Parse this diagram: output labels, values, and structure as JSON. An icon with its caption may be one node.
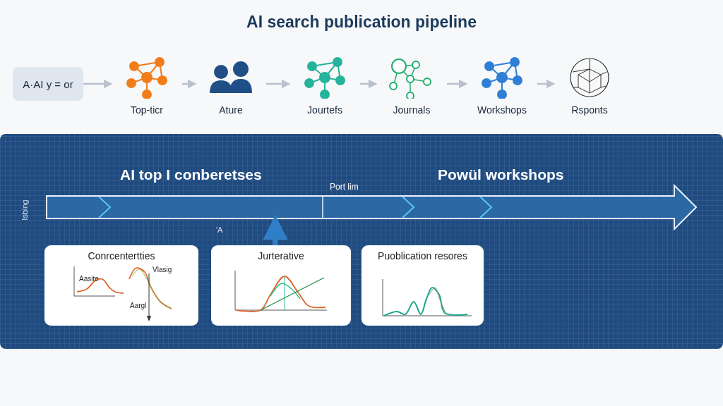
{
  "diagram": {
    "title": "AI search publication pipeline",
    "nodes": [
      {
        "text": [
          "A·AI y = or"
        ]
      },
      {
        "text": [
          "Top-ticr"
        ]
      },
      {
        "text": [
          "Ature"
        ]
      },
      {
        "text": [
          "Jourtefs"
        ]
      },
      {
        "text": [
          "Journals"
        ]
      },
      {
        "text": [
          "Workshops"
        ]
      },
      {
        "text": [
          "Rsponts"
        ]
      },
      {
        "text": [],
        "shape": "box"
      },
      {
        "text": [
          "AI top I conberetses",
          "Powül workshops"
        ],
        "in": 7
      },
      {
        "text": [
          "Conrcentertties"
        ],
        "in": 7
      },
      {
        "text": [
          "Jurterative"
        ],
        "in": 7
      },
      {
        "text": [
          "Puoblication resores"
        ],
        "in": 7
      }
    ],
    "edges": [
      {
        "from": 0,
        "to": 1,
        "arrow": "to"
      },
      {
        "from": 1,
        "to": 2,
        "arrow": "to"
      },
      {
        "from": 2,
        "to": 3,
        "arrow": "to"
      },
      {
        "from": 3,
        "to": 4,
        "arrow": "to"
      },
      {
        "from": 4,
        "to": 5,
        "arrow": "to"
      },
      {
        "from": 5,
        "to": 6,
        "arrow": "to"
      },
      {
        "from": 10,
        "to": 8,
        "arrow": "to",
        "style": "thick",
        "color": "#2f7fc8"
      }
    ],
    "labels": [
      "Port lim",
      "Isbing",
      "'A",
      "Aasite",
      "Vlasig",
      "Aargl"
    ]
  }
}
